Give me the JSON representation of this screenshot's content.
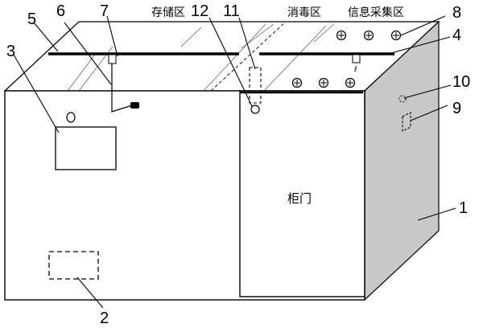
{
  "zones": {
    "storage": "存储区",
    "disinfection": "消毒区",
    "info": "信息采集区"
  },
  "door_label": "柜门",
  "callouts": {
    "n1": "1",
    "n2": "2",
    "n3": "3",
    "n4": "4",
    "n5": "5",
    "n6": "6",
    "n7": "7",
    "n8": "8",
    "n9": "9",
    "n10": "10",
    "n11": "11",
    "n12": "12"
  },
  "colors": {
    "side_panel": "#c8c8c8",
    "line": "#000000"
  }
}
